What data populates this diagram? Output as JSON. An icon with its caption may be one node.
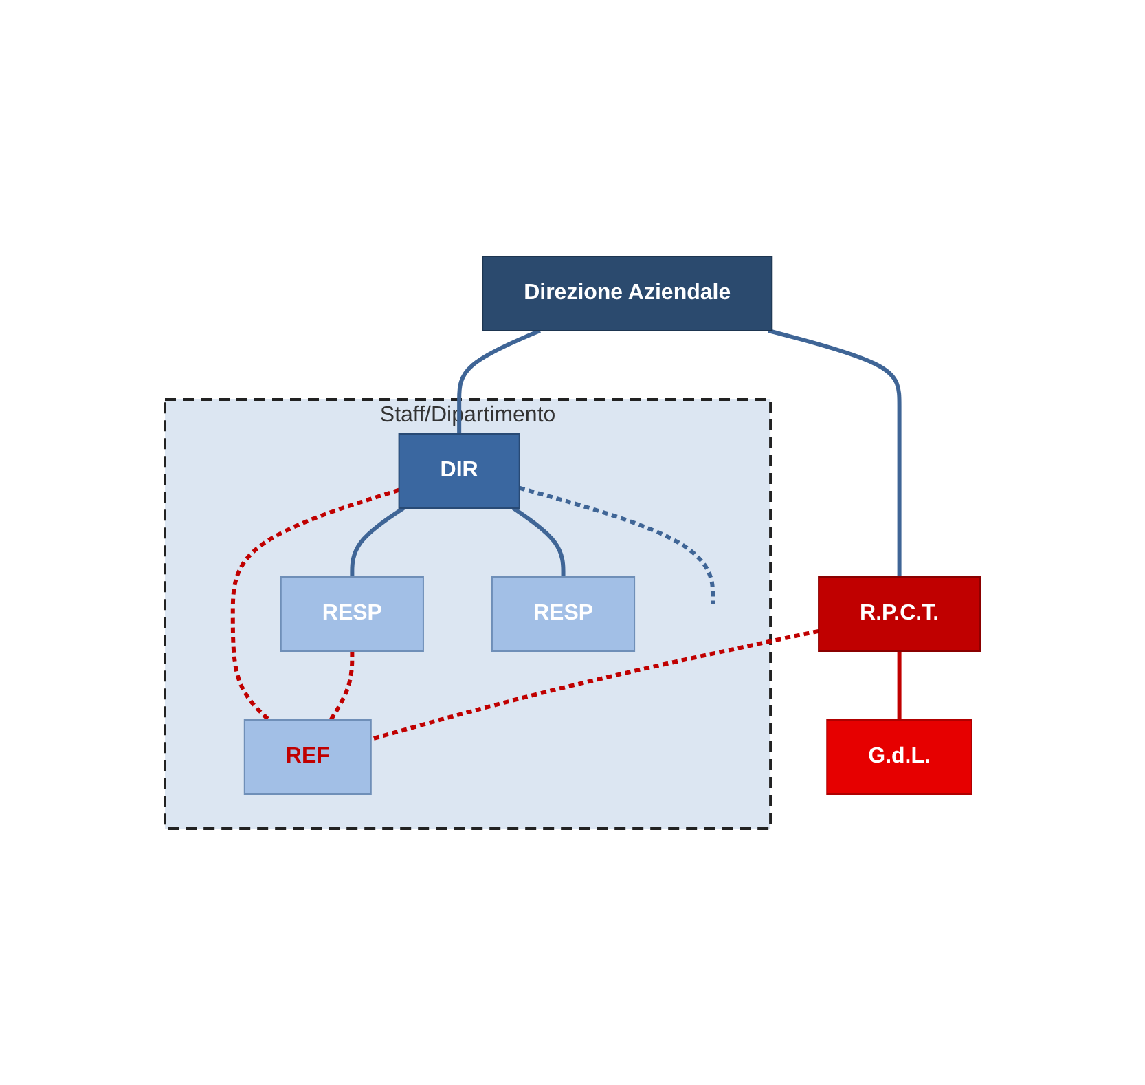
{
  "diagram": {
    "nodes": [
      {
        "text": [
          "Direzione Aziendale"
        ]
      },
      {
        "text": [
          "R.P.C.T."
        ]
      },
      {
        "text": [
          "G.d.L."
        ]
      },
      {
        "text": [
          "Staff/Dipartimento"
        ]
      },
      {
        "text": [
          "DIR"
        ],
        "in": 3
      },
      {
        "text": [
          "RESP"
        ],
        "in": 3
      },
      {
        "text": [
          "REF"
        ],
        "in": 3
      },
      {
        "text": [
          "RESP"
        ],
        "in": 3
      }
    ],
    "edges": [
      {
        "from": 0,
        "to": 4,
        "arrow": "none"
      },
      {
        "from": 0,
        "to": 1,
        "arrow": "none"
      },
      {
        "from": 1,
        "to": 2,
        "arrow": "none",
        "color": "#c00000"
      },
      {
        "from": 1,
        "to": 6,
        "arrow": "none",
        "style": "dashed",
        "color": "#c00000"
      },
      {
        "from": 4,
        "to": 6,
        "arrow": "none",
        "style": "dashed",
        "color": "#c00000"
      },
      {
        "from": 4,
        "to": 5,
        "arrow": "none"
      },
      {
        "from": 5,
        "to": 6,
        "arrow": "none",
        "style": "dashed",
        "color": "#c00000"
      },
      {
        "from": 4,
        "to": 7,
        "arrow": "none"
      },
      {
        "from": 4,
        "to": null,
        "arrow": "none",
        "style": "dashed"
      }
    ]
  }
}
